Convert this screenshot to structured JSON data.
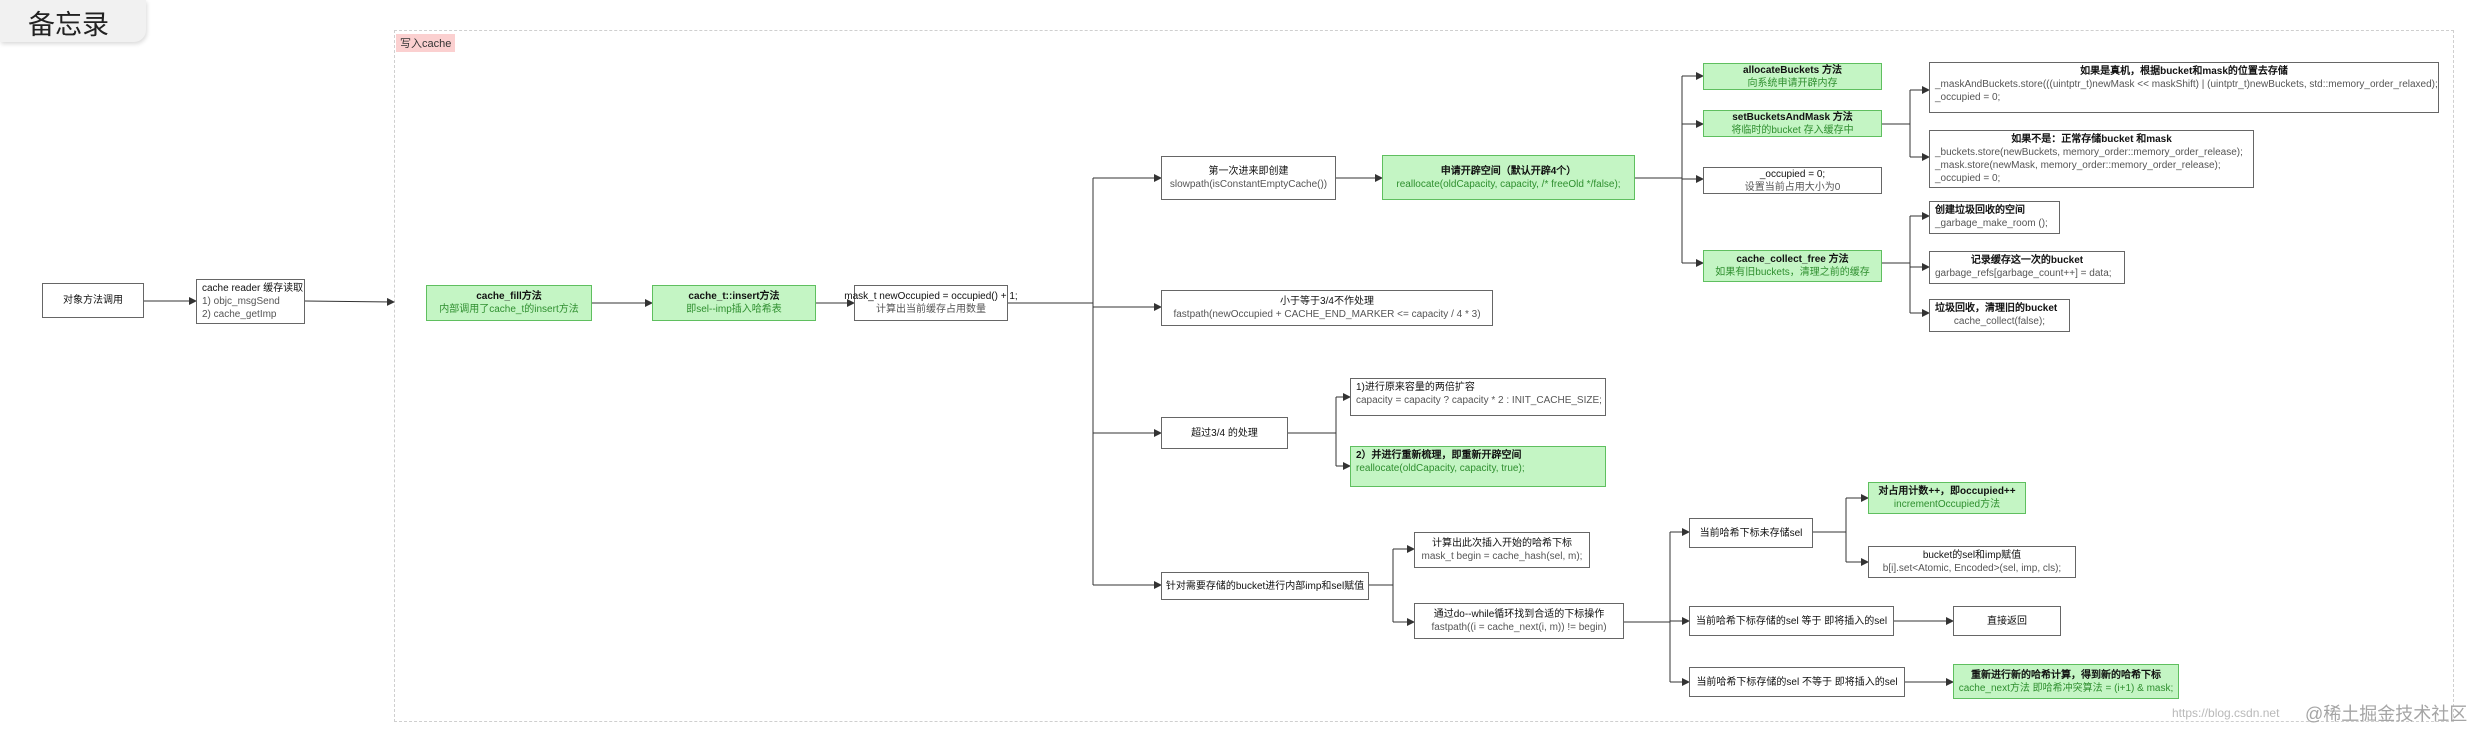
{
  "header": {
    "title": "备忘录"
  },
  "frame": {
    "label": "写入cache"
  },
  "nodes": {
    "call": {
      "title": "对象方法调用"
    },
    "reader": {
      "title": "cache reader 缓存读取",
      "lines": [
        "1)  objc_msgSend",
        "2)  cache_getImp"
      ]
    },
    "fill": {
      "title": "cache_fill方法",
      "sub": "内部调用了cache_t的insert方法"
    },
    "insert": {
      "title": "cache_t::insert方法",
      "sub": "即sel--imp插入哈希表"
    },
    "mask": {
      "title": "mask_t newOccupied = occupied() + 1;",
      "sub": "计算出当前缓存占用数量"
    },
    "first": {
      "title": "第一次进来即创建",
      "sub": "slowpath(isConstantEmptyCache())"
    },
    "open": {
      "title": "申请开辟空间（默认开辟4个）",
      "sub": "reallocate(oldCapacity, capacity, /* freeOld */false);"
    },
    "alloc": {
      "title": "allocateBuckets 方法",
      "sub": "向系统申请开辟内存"
    },
    "setb": {
      "title": "setBucketsAndMask 方法",
      "sub": "将临时的bucket 存入缓存中"
    },
    "occ0": {
      "title": "_occupied = 0;",
      "sub": "设置当前占用大小为0"
    },
    "collect": {
      "title": "cache_collect_free 方法",
      "sub": "如果有旧buckets，清理之前的缓存"
    },
    "real": {
      "title": "如果是真机，根据bucket和mask的位置去存储",
      "lines": [
        "_maskAndBuckets.store(((uintptr_t)newMask << maskShift) | (uintptr_t)newBuckets, std::memory_order_relaxed);",
        "_occupied = 0;"
      ]
    },
    "notreal": {
      "title": "如果不是：正常存储bucket 和mask",
      "lines": [
        "_buckets.store(newBuckets, memory_order::memory_order_release);",
        "_mask.store(newMask, memory_order::memory_order_release);",
        "_occupied = 0;"
      ]
    },
    "garbage": {
      "title": "创建垃圾回收的空间",
      "sub": "_garbage_make_room ();"
    },
    "record": {
      "title": "记录缓存这一次的bucket",
      "sub": "garbage_refs[garbage_count++] = data;"
    },
    "gc": {
      "title": "垃圾回收，清理旧的bucket",
      "sub": "cache_collect(false);"
    },
    "lessthan": {
      "title": "小于等于3/4不作处理",
      "sub": "fastpath(newOccupied + CACHE_END_MARKER <= capacity / 4 * 3)"
    },
    "over": {
      "title": "超过3/4 的处理"
    },
    "double": {
      "title": "1)进行原来容量的两倍扩容",
      "sub": "capacity = capacity ? capacity * 2 : INIT_CACHE_SIZE;"
    },
    "reopen": {
      "title": "2）并进行重新梳理，即重新开辟空间",
      "sub": "reallocate(oldCapacity, capacity, true);"
    },
    "store": {
      "title": "针对需要存储的bucket进行内部imp和sel赋值"
    },
    "hash": {
      "title": "计算出此次插入开始的哈希下标",
      "sub": "mask_t begin = cache_hash(sel, m);"
    },
    "dowhile": {
      "title": "通过do--while循环找到合适的下标操作",
      "sub": "fastpath((i = cache_next(i, m)) != begin)"
    },
    "nosel": {
      "title": "当前哈希下标未存储sel"
    },
    "inc": {
      "title": "对占用计数++，即occupied++",
      "sub": "incrementOccupied方法"
    },
    "setimp": {
      "title": "bucket的sel和imp赋值",
      "sub": "b[i].set<Atomic, Encoded>(sel, imp, cls);"
    },
    "eqsel": {
      "title": "当前哈希下标存储的sel 等于 即将插入的sel"
    },
    "ret": {
      "title": "直接返回"
    },
    "neqsel": {
      "title": "当前哈希下标存储的sel 不等于 即将插入的sel"
    },
    "rehash": {
      "title": "重新进行新的哈希计算，得到新的哈希下标",
      "sub": "cache_next方法 即哈希冲突算法 = (i+1) & mask;"
    }
  },
  "watermark": {
    "url": "https://blog.csdn.net",
    "brand": "@稀土掘金技术社区"
  },
  "colors": {
    "green_fill": "#c4f5c4",
    "green_border": "#5fbf5f",
    "green_text": "#2f8f2f",
    "tag_bg": "#fbd0d0"
  }
}
